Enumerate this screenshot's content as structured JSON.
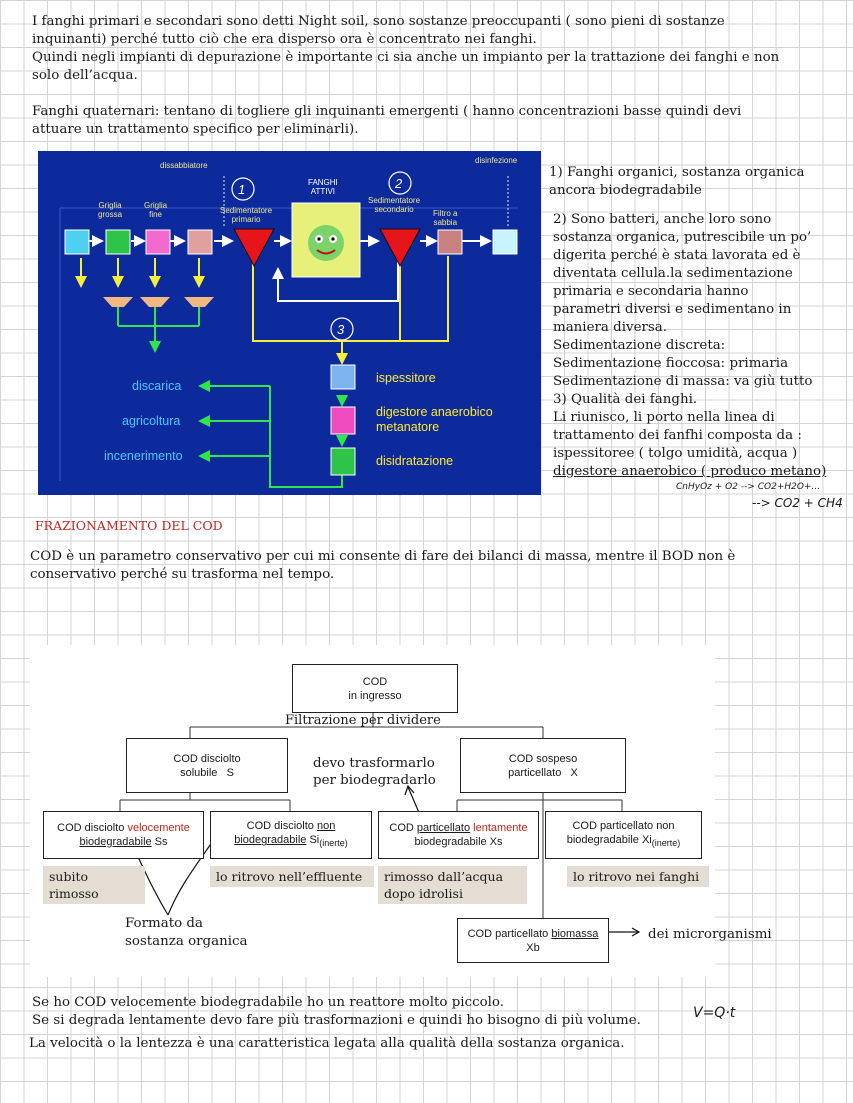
{
  "intro": {
    "line1": "I fanghi primari e secondari sono detti Night soil, sono sostanze preoccupanti ( sono pieni di sostanze",
    "line2": "inquinanti)  perché tutto ciò che era disperso ora è concentrato nei fanghi.",
    "line3": "Quindi negli impianti di depurazione è importante ci sia anche un impianto per la trattazione dei fanghi e non",
    "line4": "solo dell’acqua.",
    "line5": "Fanghi quaternari: tentano di togliere gli inquinanti emergenti ( hanno concentrazioni basse quindi devi",
    "line6": "attuare un trattamento specifico per eliminarli)."
  },
  "diagram": {
    "dissabbiatore": "dissabbiatore",
    "disinfezione": "disinfezione",
    "griglia_grossa": "Griglia\ngrossa",
    "griglia_fine": "Griglia\nfine",
    "sed_primario": "Sedimentatore\nprimario",
    "fanghi_attivi": "FANGHI\nATTIVI",
    "sed_secondario": "Sedimentatore\nsecondario",
    "filtro": "Filtro a\nsabbia",
    "discarica": "discarica",
    "agricoltura": "agricoltura",
    "incenerimento": "incenerimento",
    "ispessitore": "ispessitore",
    "digestore": "digestore anaerobico\nmetanatore",
    "disidratazione": "disidratazione",
    "mark1": "1",
    "mark2": "2",
    "mark3": "3",
    "colors": {
      "background": "#0d2a9c",
      "flow": "#f5ef3a",
      "sludge": "#2ee64a",
      "settler": "#e8141c"
    }
  },
  "notes": {
    "n1a": "1) Fanghi organici, sostanza organica",
    "n1b": "ancora biodegradabile",
    "n2a": "2) Sono batteri, anche loro sono",
    "n2b": "sostanza organica, putrescibile un po’",
    "n2c": "digerita perché è stata lavorata ed è",
    "n2d": "diventata cellula.la sedimentazione",
    "n2e": "primaria e secondaria hanno",
    "n2f": "parametri diversi e sedimentano  in",
    "n2g": "maniera diversa.",
    "n2h": "Sedimentazione discreta:",
    "n2i": "Sedimentazione fioccosa: primaria",
    "n2j": "Sedimentazione di massa: va giù tutto",
    "n3a": "3) Qualità dei fanghi.",
    "n3b": "Li riunisco, li porto nella linea di",
    "n3c": "trattamento dei fanfhi composta da :",
    "n3d": "ispessitoree ( tolgo umidità, acqua )",
    "n3e": "digestore anaerobico ( produco metano)",
    "formula1": "CnHyOz + O2 --> CO2+H2O+...",
    "formula2": "--> CO2 + CH4"
  },
  "section": {
    "title": "FRAZIONAMENTO DEL COD",
    "p1": "COD è un parametro conservativo per cui mi consente di fare dei bilanci di massa, mentre il BOD non è",
    "p2": "conservativo perché su trasforma nel tempo."
  },
  "tree": {
    "root": "COD\nin ingresso",
    "filtr": "Filtrazione per dividere",
    "disc": "COD disciolto\nsolubile   S",
    "susp": "COD sospeso\nparticellato   X",
    "note_trasf": "devo trasformarlo\nper biodegradarlo",
    "ss_a": "COD disciolto ",
    "ss_b": "velocemente",
    "ss_c": "biodegradabile",
    "ss_d": " Ss",
    "si_a": "COD disciolto ",
    "si_b": "non",
    "si_c": "biodegradabile",
    "si_d": " Si",
    "si_e": "(inerte)",
    "xs_a": "COD ",
    "xs_b": "particellato",
    "xs_c": " lentamente",
    "xs_d": "biodegradabile Xs",
    "xi_a": "COD particellato non",
    "xi_b": "biodegradabile Xi",
    "xi_c": "(inerte)",
    "xb_a": "COD particellato ",
    "xb_b": "biomassa",
    "xb_c": "Xb",
    "tag1": "subito rimosso",
    "tag2": "lo ritrovo nell’effluente",
    "tag3a": "rimosso dall’acqua",
    "tag3b": "dopo idrolisi",
    "tag4": "lo ritrovo nei fanghi",
    "formato1": "Formato da",
    "formato2": "sostanza organica",
    "micro": "dei microrganismi"
  },
  "footer": {
    "f1": "Se ho COD velocemente biodegradabile ho un reattore molto piccolo.",
    "f2": "Se si degrada lentamente devo fare più trasformazioni e quindi ho bisogno di più volume.",
    "f3": "La velocità o la lentezza è una caratteristica legata alla qualità della sostanza organica.",
    "formula": "V=Q·t"
  }
}
